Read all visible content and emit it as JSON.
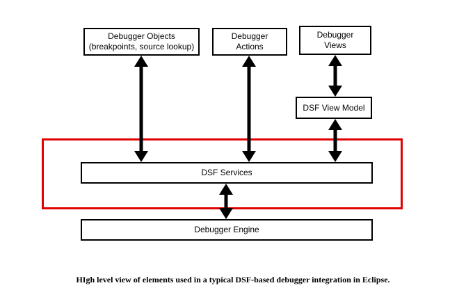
{
  "diagram": {
    "boxes": {
      "debugger_objects": {
        "lines": [
          "Debugger Objects",
          "(breakpoints, source lookup)"
        ]
      },
      "debugger_actions": {
        "lines": [
          "Debugger",
          "Actions"
        ]
      },
      "debugger_views": {
        "lines": [
          "Debugger",
          "Views"
        ]
      },
      "dsf_view_model": {
        "lines": [
          "DSF View Model"
        ]
      },
      "dsf_services": {
        "lines": [
          "DSF Services"
        ]
      },
      "debugger_engine": {
        "lines": [
          "Debugger Engine"
        ]
      }
    },
    "highlight_color": "#e00000",
    "caption": "HIgh level view of elements used in a typical DSF-based debugger integration in Eclipse."
  }
}
